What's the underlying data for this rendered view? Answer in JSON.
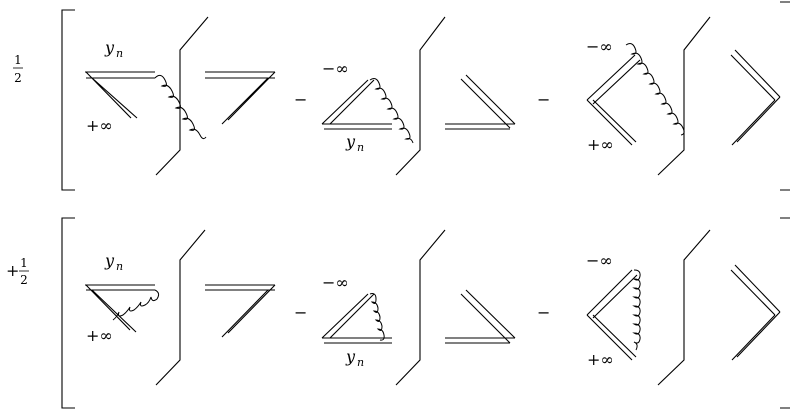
{
  "rows": [
    {
      "prefix_sign": "",
      "prefix_num": "1",
      "prefix_den": "2",
      "terms": [
        {
          "label_top": "y",
          "label_top_sub": "n",
          "label_bottom": "+∞",
          "sign_after": "−"
        },
        {
          "label_top": "−∞",
          "label_bottom": "y",
          "label_bottom_sub": "n",
          "sign_after": "−"
        },
        {
          "label_top": "−∞",
          "label_bottom": "+∞"
        }
      ]
    },
    {
      "prefix_sign": "+",
      "prefix_num": "1",
      "prefix_den": "2",
      "terms": [
        {
          "label_top": "y",
          "label_top_sub": "n",
          "label_bottom": "+∞",
          "sign_after": "−"
        },
        {
          "label_top": "−∞",
          "label_bottom": "y",
          "label_bottom_sub": "n",
          "sign_after": "−"
        },
        {
          "label_top": "−∞",
          "label_bottom": "+∞"
        }
      ]
    }
  ]
}
